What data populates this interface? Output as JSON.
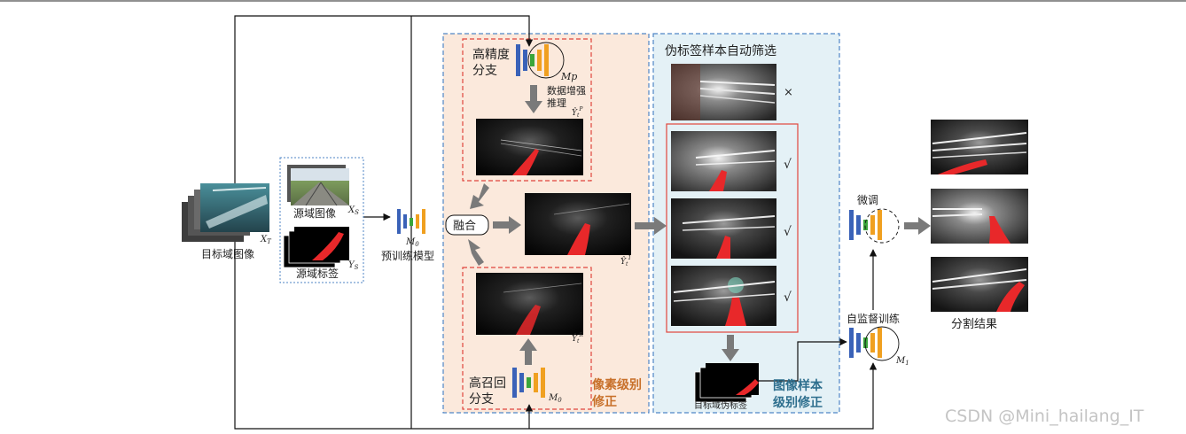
{
  "labels": {
    "target_images": "目标域图像",
    "target_sym": "X",
    "target_sub": "T",
    "source_images": "源域图像",
    "source_sym": "X",
    "source_sub": "S",
    "source_labels": "源域标签",
    "source_label_sym": "Y",
    "source_label_sub": "S",
    "pretrained_model": "预训练模型",
    "m0_sym": "M",
    "m0_sub": "0",
    "hp_branch_l1": "高精度",
    "hp_branch_l2": "分支",
    "mp_sym": "Mp",
    "aug_l1": "数据增强",
    "aug_l2": "推理",
    "yp_sym": "Ŷ",
    "yp_sub": "t",
    "yp_sup": "P",
    "fusion": "融合",
    "y1_sym": "Ŷ",
    "y1_sub": "t",
    "y1_sup": "1",
    "yr_sym": "Ŷ",
    "yr_sub": "t",
    "yr_sup": "R",
    "hr_branch_l1": "高召回",
    "hr_branch_l2": "分支",
    "m0b_sym": "M",
    "m0b_sub": "0",
    "pixel_fix_l1": "像素级别",
    "pixel_fix_l2": "修正",
    "auto_filter": "伪标签样本自动筛选",
    "cross": "×",
    "check1": "√",
    "check2": "√",
    "check3": "√",
    "pseudo_labels": "目标域伪标签",
    "image_fix_l1": "图像样本",
    "image_fix_l2": "级别修正",
    "finetune": "微调",
    "self_train": "自监督训练",
    "m1_sym": "M",
    "m1_sub": "1",
    "seg_result": "分割结果",
    "watermark": "CSDN @Mini_hailang_IT"
  },
  "colors": {
    "pixel_panel_fill": "#fbe9dc",
    "image_panel_fill": "#e4f1f6",
    "panel_border": "#4f86c6",
    "red_border": "#e0463c",
    "orange_text": "#c8702a",
    "teal_text": "#2e6f8e",
    "bar_blue": "#3a62b8",
    "bar_green": "#3aa63a",
    "bar_orange": "#f0a020",
    "arrow_gray": "#7a7a7a",
    "mask_red": "#e8282a"
  },
  "icons": [
    "target-image-stack-icon",
    "source-image-icon",
    "source-label-icon",
    "network-icon",
    "tunnel-image-icon",
    "segmentation-mask-icon"
  ]
}
